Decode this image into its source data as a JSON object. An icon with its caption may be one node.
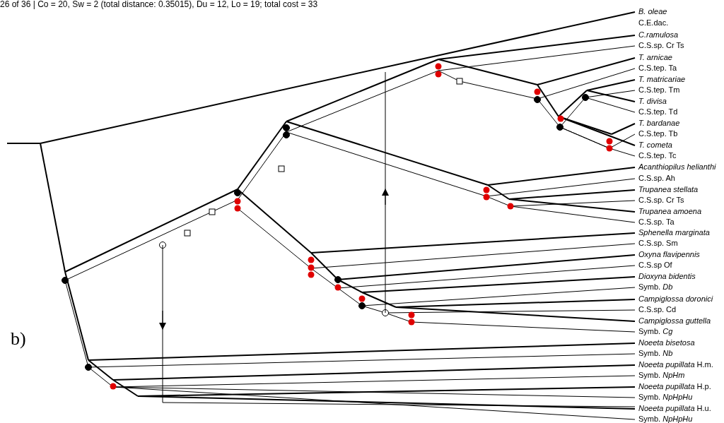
{
  "diagram": {
    "title": "26 of 36 | Co = 20, Sw = 2 (total distance: 0.35015), Du = 12, Lo = 19; total cost = 33",
    "labels": [
      "b)",
      "B. oleae",
      "C.E.dac.",
      "C.ramulosa",
      "C.S.sp. Cr Ts",
      "T. arnicae",
      "C.S.tep. Ta",
      "T. matricariae",
      "C.S.tep. Tm",
      "T. divisa",
      "C.S.tep. Td",
      "T. bardanae",
      "C.S.tep. Tb",
      "T. cometa",
      "C.S.tep. Tc",
      "Acanthiopilus helianthi",
      "C.S.sp. Ah",
      "Trupanea stellata",
      "C.S.sp. Cr Ts",
      "Trupanea amoena",
      "C.S.sp. Ta",
      "Sphenella marginata",
      "C.S.sp. Sm",
      "Oxyna flavipennis",
      "C.S.sp Of",
      "Dioxyna bidentis",
      "Symb. *Db*",
      "Campiglossa doronici",
      "C.S.sp. Cd",
      "Campiglossa guttella",
      "Symb. *Cg*",
      "Noeeta bisetosa",
      "Symb. *Nb*",
      "*Noeeta pupillata* H.m.",
      "Symb. *NpHm*",
      "*Noeeta pupillata* H.p.",
      "Symb. *NpHpHu*",
      "*Noeeta pupillata* H.u.",
      "Symb. *NpHpHu*"
    ]
  }
}
